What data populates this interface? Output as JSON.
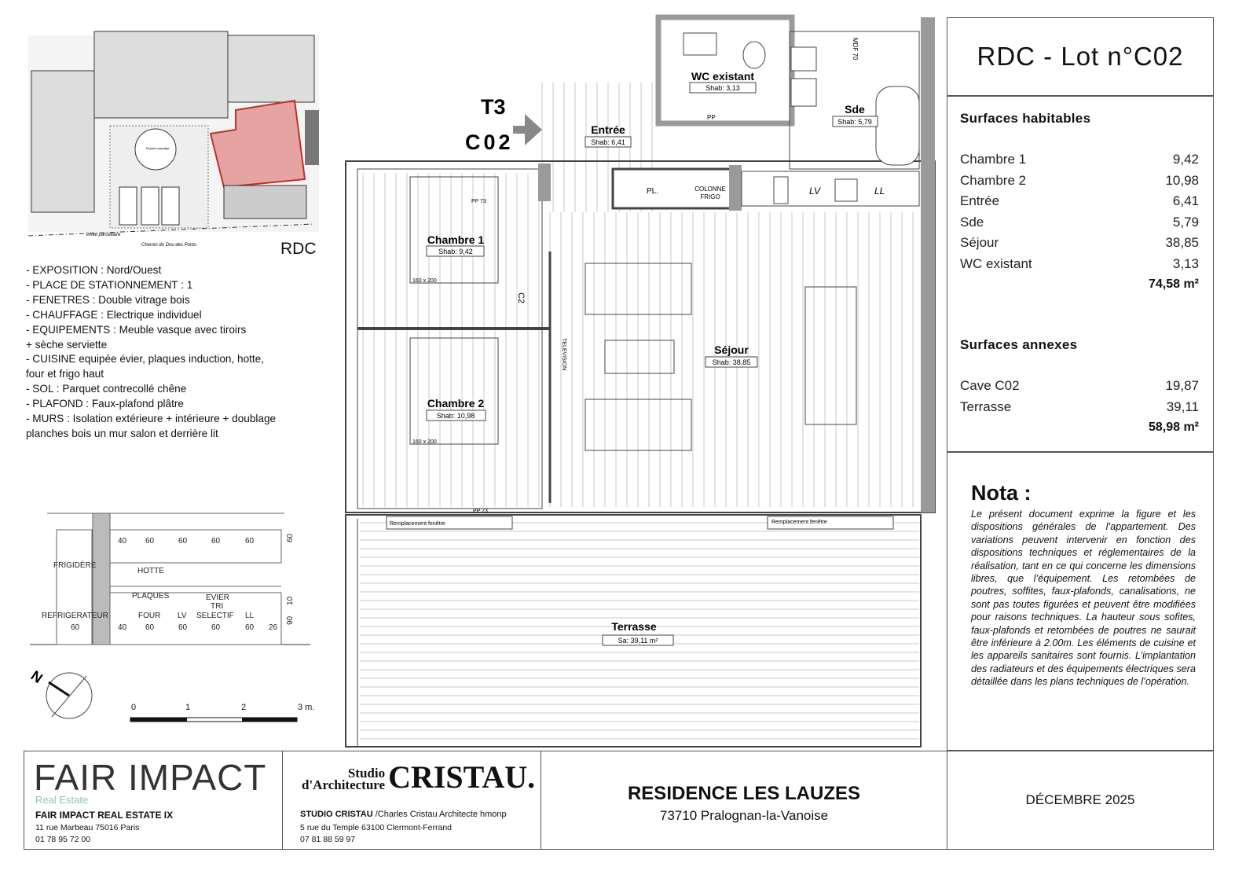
{
  "header": {
    "title": "RDC - Lot n°C02"
  },
  "surfaces_habitables": {
    "heading": "Surfaces habitables",
    "rows": [
      {
        "label": "Chambre 1",
        "value": "9,42"
      },
      {
        "label": "Chambre 2",
        "value": "10,98"
      },
      {
        "label": "Entrée",
        "value": "6,41"
      },
      {
        "label": "Sde",
        "value": "5,79"
      },
      {
        "label": "Séjour",
        "value": "38,85"
      },
      {
        "label": "WC existant",
        "value": "3,13"
      }
    ],
    "total": "74,58 m²"
  },
  "surfaces_annexes": {
    "heading": "Surfaces annexes",
    "rows": [
      {
        "label": "Cave C02",
        "value": "19,87"
      },
      {
        "label": "Terrasse",
        "value": "39,11"
      }
    ],
    "total": "58,98 m²"
  },
  "nota": {
    "heading": "Nota :",
    "text": "Le présent document exprime la figure et les dispositions générales de l’appartement. Des variations peuvent intervenir en fonction des dispositions techniques et réglementaires de la réalisation, tant en ce qui concerne les dimensions libres, que l’équipement. Les retombées de poutres, soffites, faux-plafonds, canalisations, ne sont pas toutes figurées et peuvent être modifiées pour raisons techniques. La hauteur sous sofites, faux-plafonds et retombées de poutres ne saurait être inférieure à 2.00m. Les éléments de cuisine et les appareils sanitaires sont fournis. L’implantation des radiateurs et des équipements électriques sera détaillée dans les plans techniques de l’opération."
  },
  "site_plan": {
    "level": "RDC",
    "labels": {
      "limit": "limite parcellaire",
      "road": "Chemin du Dou des Ponts",
      "garden": "Espace paysagé"
    }
  },
  "specs": [
    "- EXPOSITION : Nord/Ouest",
    "- PLACE DE STATIONNEMENT : 1",
    "- FENETRES : Double vitrage bois",
    "- CHAUFFAGE : Electrique individuel",
    "- EQUIPEMENTS : Meuble vasque avec tiroirs",
    "+ sèche serviette",
    "- CUISINE equipée évier, plaques induction, hotte,",
    "four et frigo haut",
    "- SOL : Parquet contrecollé chêne",
    "- PLAFOND : Faux-plafond plâtre",
    "- MURS : Isolation extérieure + intérieure + doublage",
    "planches bois un mur salon et derrière lit"
  ],
  "kitchen_elevation": {
    "labels": {
      "fridge_top": "FRIGIDÈRE",
      "hood": "HOTTE",
      "hob": "PLAQUES",
      "fridge": "REFRIGERATEUR",
      "oven": "FOUR",
      "dishwasher": "LV",
      "sink": "EVIER",
      "sort1": "TRI",
      "sort2": "SELECTIF",
      "washer": "LL"
    },
    "upper_dims": [
      "40",
      "60",
      "60",
      "60",
      "60"
    ],
    "lower_dims": [
      "60",
      "40",
      "60",
      "60",
      "60",
      "60",
      "26"
    ],
    "vertical_dims": [
      "60",
      "10",
      "90"
    ]
  },
  "scale_bar": {
    "ticks": [
      "0",
      "1",
      "2",
      "3 m."
    ]
  },
  "compass": {
    "label": "N"
  },
  "plan": {
    "unit_type": "T3",
    "unit_code": "C02",
    "rooms": [
      {
        "name": "WC existant",
        "area": "Shab: 3,13"
      },
      {
        "name": "Sde",
        "area": "Shab: 5,79"
      },
      {
        "name": "Entrée",
        "area": "Shab: 6,41"
      },
      {
        "name": "Chambre 1",
        "area": "Shab: 9,42"
      },
      {
        "name": "Chambre 2",
        "area": "Shab: 10,98"
      },
      {
        "name": "Séjour",
        "area": "Shab: 38,85"
      },
      {
        "name": "Terrasse",
        "area": "Sa: 39,11 m²"
      }
    ],
    "annotations": {
      "mdf": "MDF 70",
      "pp": "PP",
      "pp73": "PP 73",
      "pl": "PL.",
      "colonne1": "COLONNE",
      "colonne2": "FRIGO",
      "lv": "LV",
      "ll": "LL",
      "bed": "160 x 200",
      "c2": "C2",
      "tv": "TELEVISION",
      "window": "Remplacement fenêtre"
    }
  },
  "footer": {
    "promoter_logo": "FAIR IMPACT",
    "promoter_logo_sub": "Real Estate",
    "promoter_name": "FAIR IMPACT REAL ESTATE IX",
    "promoter_address": "11 rue Marbeau 75016 Paris",
    "promoter_phone": "01 78 95 72 00",
    "architect_logo_1": "Studio",
    "architect_logo_2": "d'Architecture",
    "architect_logo_3": "CRISTAU.",
    "architect_name": "STUDIO CRISTAU",
    "architect_detail": " /Charles Cristau Architecte hmonp",
    "architect_address": "5 rue du Temple 63100 Clermont-Ferrand",
    "architect_phone": "07 81 88 59 97",
    "residence": "RESIDENCE LES LAUZES",
    "residence_city": "73710 Pralognan-la-Vanoise",
    "date": "DÉCEMBRE 2025"
  },
  "colors": {
    "highlight": "#d9534f",
    "wall": "#9a9a9a",
    "accent_teal": "#8fc2c2"
  }
}
